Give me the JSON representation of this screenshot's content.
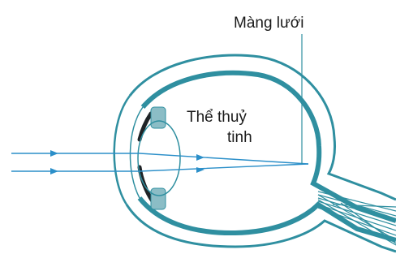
{
  "labels": {
    "retina": "Màng lưới",
    "lens_line1": "Thể thuỷ",
    "lens_line2": "tinh"
  },
  "colors": {
    "eye_outline": "#2f8fa0",
    "eye_fill": "#ffffff",
    "wall_fill": "#8fc7d1",
    "light_ray": "#2b8fc9",
    "iris_dark": "#1f2326",
    "ciliary": "#8bbdc6",
    "text": "#1a1a1a"
  }
}
